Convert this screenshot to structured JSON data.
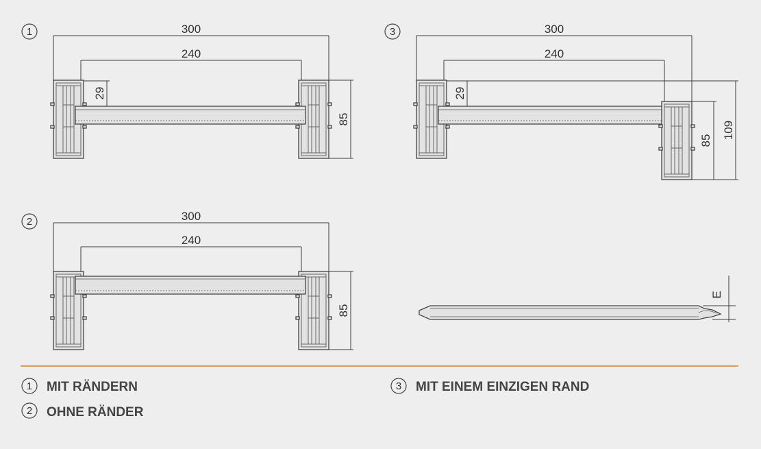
{
  "diagram": {
    "views": [
      {
        "id": "view-1",
        "number": "1",
        "dims": {
          "outer_width": "300",
          "inner_width": "240",
          "top_offset": "29",
          "height": "85"
        }
      },
      {
        "id": "view-2",
        "number": "2",
        "dims": {
          "outer_width": "300",
          "inner_width": "240",
          "height": "85"
        }
      },
      {
        "id": "view-3",
        "number": "3",
        "dims": {
          "outer_width": "300",
          "inner_width": "240",
          "top_offset": "29",
          "height": "85",
          "total_height": "109"
        }
      },
      {
        "id": "view-4",
        "dims": {
          "edge_label": "E"
        }
      }
    ],
    "divider_color": "#c8852a",
    "legend": [
      {
        "number": "1",
        "label": "MIT RÄNDERN"
      },
      {
        "number": "2",
        "label": "OHNE RÄNDER"
      },
      {
        "number": "3",
        "label": "MIT EINEM EINZIGEN RAND"
      }
    ]
  }
}
